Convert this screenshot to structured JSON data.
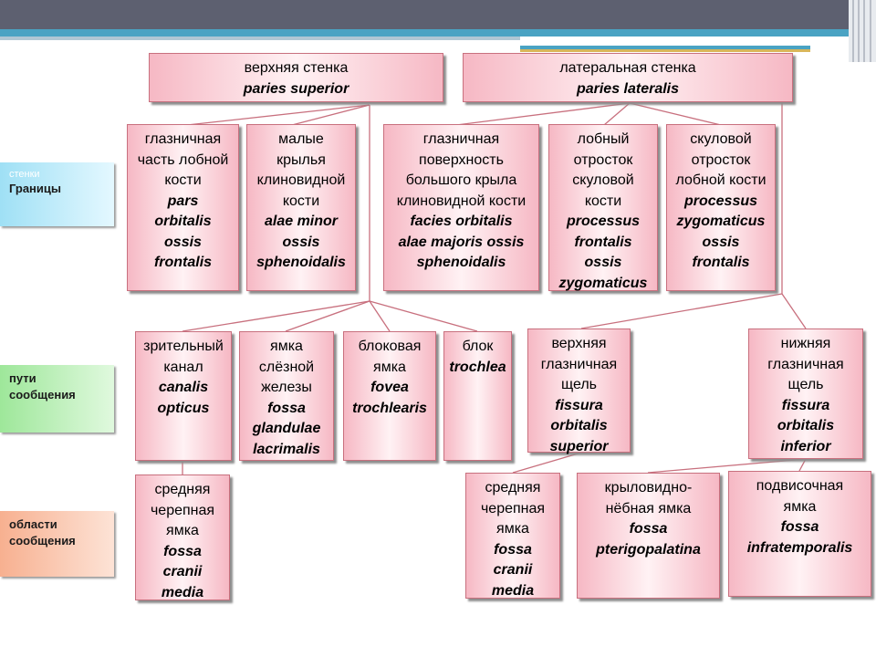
{
  "side_labels": {
    "walls": {
      "faint": "стенки",
      "main": "Границы"
    },
    "paths": {
      "line1": "пути",
      "line2": "сообщения"
    },
    "regions": {
      "line1": "области",
      "line2": "сообщения"
    }
  },
  "walls": {
    "superior": {
      "ru": "верхняя стенка",
      "lat": "paries superior"
    },
    "lateralis": {
      "ru": "латеральная стенка",
      "lat": "paries lateralis"
    }
  },
  "bones": [
    {
      "ru": [
        "глазничная",
        "часть лобной",
        "кости"
      ],
      "lat": [
        "pars",
        "orbitalis",
        "ossis",
        "frontalis"
      ]
    },
    {
      "ru": [
        "малые",
        "крылья",
        "клиновидной",
        "кости"
      ],
      "lat": [
        "alae minor",
        "ossis",
        "sphenoidalis"
      ]
    },
    {
      "ru": [
        "глазничная",
        "поверхность",
        "большого крыла",
        "клиновидной кости"
      ],
      "lat": [
        "facies orbitalis",
        "alae majoris ossis",
        "sphenoidalis"
      ]
    },
    {
      "ru": [
        "лобный",
        "отросток",
        "скуловой",
        "кости"
      ],
      "lat": [
        "processus",
        "frontalis",
        "ossis",
        "zygomaticus"
      ]
    },
    {
      "ru": [
        "скуловой",
        "отросток",
        "лобной кости"
      ],
      "lat": [
        "processus",
        "zygomaticus",
        "ossis",
        "frontalis"
      ]
    }
  ],
  "paths": [
    {
      "ru": [
        "зрительный",
        "канал"
      ],
      "lat": [
        "canalis",
        "opticus"
      ]
    },
    {
      "ru": [
        "ямка",
        "слёзной",
        "железы"
      ],
      "lat": [
        "fossa",
        "glandulae",
        "lacrimalis"
      ]
    },
    {
      "ru": [
        "блоковая",
        "ямка"
      ],
      "lat": [
        "fovea",
        "trochlearis"
      ]
    },
    {
      "ru": [
        "блок"
      ],
      "lat": [
        "trochlea"
      ]
    },
    {
      "ru": [
        "верхняя",
        "глазничная",
        "щель"
      ],
      "lat": [
        "fissura",
        "orbitalis",
        "superior"
      ]
    },
    {
      "ru": [
        "нижняя",
        "глазничная",
        "щель"
      ],
      "lat": [
        "fissura",
        "orbitalis",
        "inferior"
      ]
    }
  ],
  "regions": [
    {
      "ru": [
        "средняя",
        "черепная",
        "ямка"
      ],
      "lat": [
        "fossa",
        "cranii",
        "media"
      ]
    },
    {
      "ru": [
        "средняя",
        "черепная",
        "ямка"
      ],
      "lat": [
        "fossa",
        "cranii",
        "media"
      ]
    },
    {
      "ru": [
        "крыловидно-",
        "нёбная ямка"
      ],
      "lat": [
        "fossa",
        "pterigopalatina"
      ]
    },
    {
      "ru": [
        "подвисочная",
        "ямка"
      ],
      "lat": [
        "fossa",
        "infratemporalis"
      ]
    }
  ],
  "colors": {
    "box_border": "#c8707e",
    "box_shade": "#f6b8c4",
    "connector": "#c8707e"
  }
}
